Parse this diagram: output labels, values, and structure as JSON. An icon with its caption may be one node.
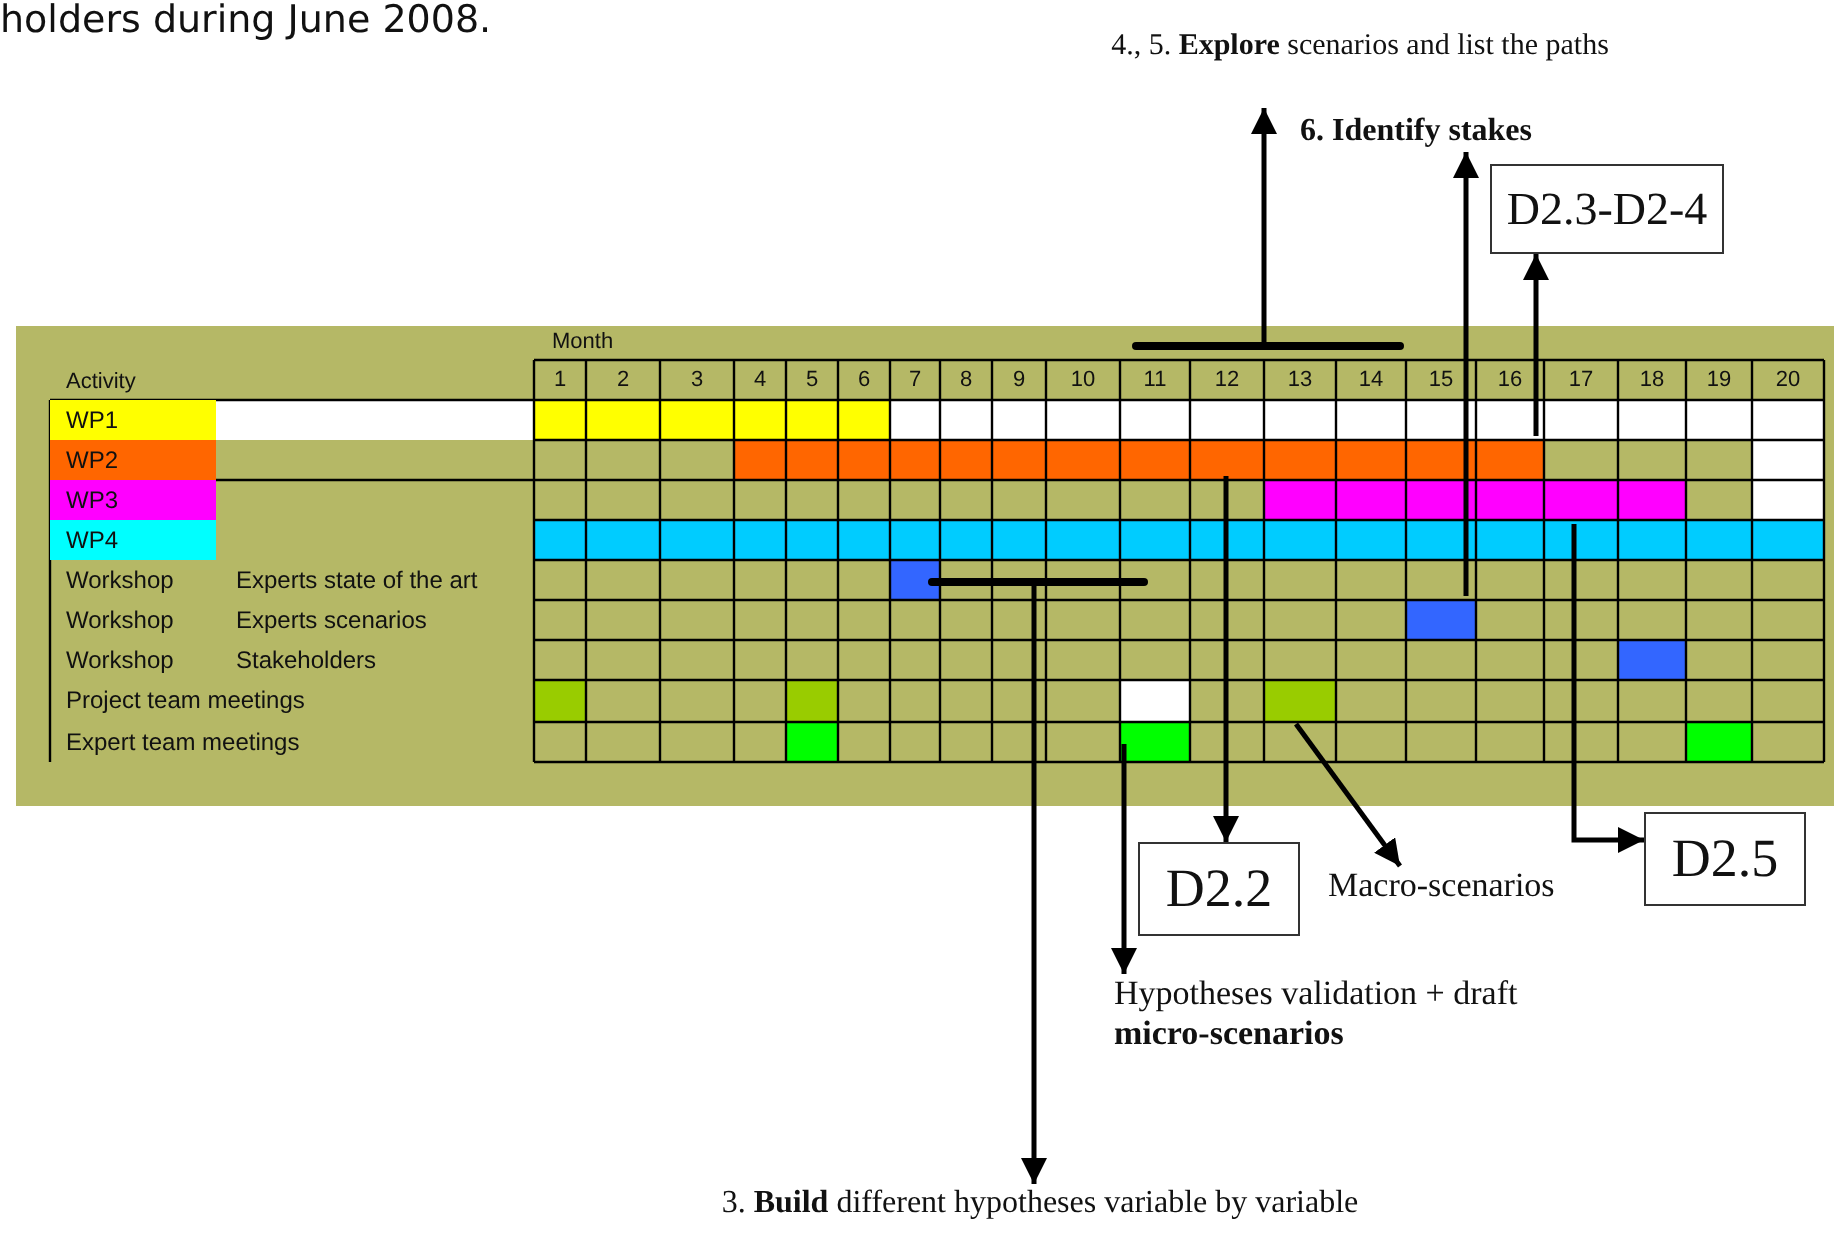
{
  "diagram": {
    "nodes": [
      {
        "text": [
          "4., 5. **Explore** scenarios and list the paths"
        ]
      },
      {
        "text": [
          "6. Identify stakes"
        ]
      },
      {
        "text": [
          "D2.3-D2-4"
        ]
      },
      {
        "text": [
          "D2.2"
        ]
      },
      {
        "text": [
          "Macro-scenarios"
        ]
      },
      {
        "text": [
          "D2.5"
        ]
      },
      {
        "text": [
          "Hypotheses validation + draft **micro-scenarios**"
        ]
      },
      {
        "text": [
          "3. **Build** different hypotheses variable by variable"
        ]
      }
    ],
    "edges": [
      {
        "from": null,
        "to": 0,
        "arrow": "to"
      },
      {
        "from": null,
        "to": 1,
        "arrow": "to"
      },
      {
        "from": null,
        "to": 2,
        "arrow": "to"
      },
      {
        "from": null,
        "to": 3,
        "arrow": "to"
      },
      {
        "from": null,
        "to": 4,
        "arrow": "to"
      },
      {
        "from": null,
        "to": 5,
        "arrow": "to"
      },
      {
        "from": null,
        "to": 6,
        "arrow": "to"
      },
      {
        "from": null,
        "to": 7,
        "arrow": "to"
      }
    ],
    "labels": [
      "holders during June 2008.",
      "Month",
      "Activity",
      "1",
      "2",
      "3",
      "4",
      "5",
      "6",
      "7",
      "8",
      "9",
      "10",
      "11",
      "12",
      "13",
      "14",
      "15",
      "16",
      "17",
      "18",
      "19",
      "20",
      "WP1",
      "WP2",
      "WP3",
      "WP4",
      "Workshop",
      "Experts state of the art",
      "Workshop",
      "Experts scenarios",
      "Workshop",
      "Stakeholders",
      "Project team meetings",
      "Expert team meetings"
    ]
  }
}
